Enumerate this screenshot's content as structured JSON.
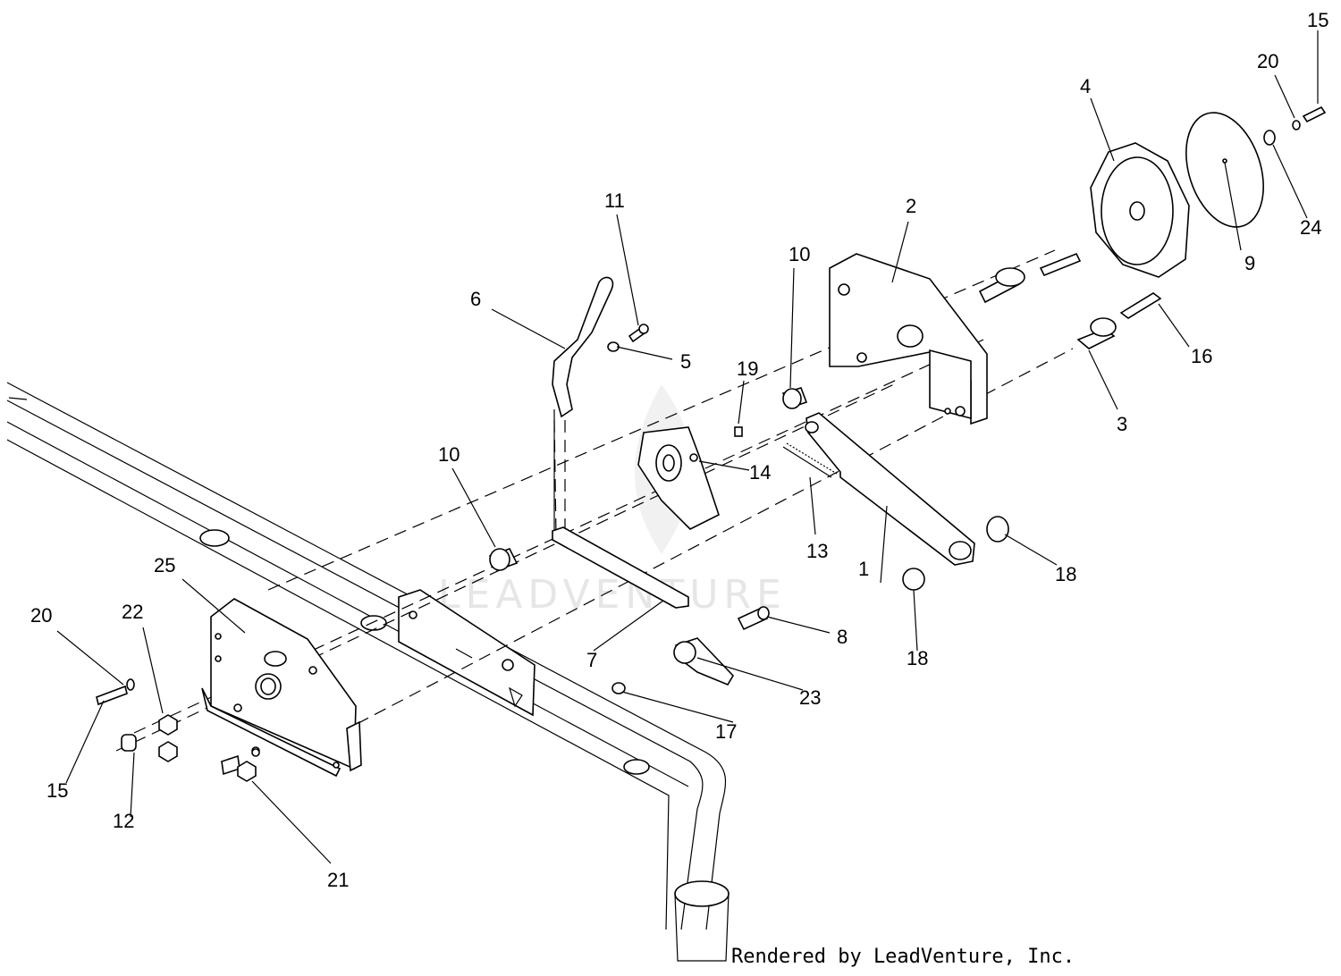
{
  "diagram": {
    "callouts": {
      "c1": "1",
      "c2": "2",
      "c3": "3",
      "c4": "4",
      "c5": "5",
      "c6": "6",
      "c7": "7",
      "c8": "8",
      "c9": "9",
      "c10a": "10",
      "c10b": "10",
      "c11": "11",
      "c12": "12",
      "c13": "13",
      "c14": "14",
      "c15a": "15",
      "c15b": "15",
      "c16": "16",
      "c17": "17",
      "c18a": "18",
      "c18b": "18",
      "c19": "19",
      "c20a": "20",
      "c20b": "20",
      "c21": "21",
      "c22": "22",
      "c23": "23",
      "c24": "24",
      "c25": "25"
    },
    "watermark": "LEADVENTURE",
    "credit": "Rendered by LeadVenture, Inc.",
    "line_color": "#000000",
    "background": "#ffffff"
  }
}
